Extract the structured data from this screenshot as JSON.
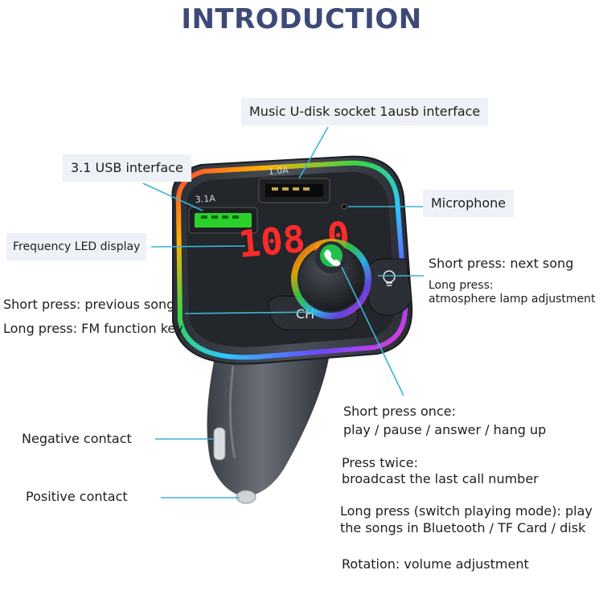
{
  "title": "INTRODUCTION",
  "labels": {
    "usb_socket": "Music U-disk socket 1ausb interface",
    "usb31": "3.1 USB interface",
    "microphone": "Microphone",
    "led_display": "Frequency LED display",
    "next_song_short": "Short press: next song",
    "next_song_long_1": "Long press:",
    "next_song_long_2": "atmosphere lamp adjustment",
    "prev_song_short": "Short press: previous song",
    "prev_song_long": "Long press: FM function key",
    "press_once_1": "Short press once:",
    "press_once_2": "play / pause / answer / hang up",
    "negative": "Negative contact",
    "press_twice_1": "Press twice:",
    "press_twice_2": "broadcast the last call number",
    "positive": "Positive contact",
    "long_press_1": "Long press (switch playing mode): play",
    "long_press_2": "the songs in Bluetooth / TF Card / disk",
    "rotation": "Rotation: volume adjustment"
  },
  "device": {
    "display_value": "108.0",
    "port1_label": "3.1A",
    "port2_label": "1.0A",
    "ch_button": "CH"
  },
  "colors": {
    "title": "#3d4a78",
    "leader_line": "#3fb4d4",
    "led_red": "#ff2a2a",
    "usb_green": "#2bd12b"
  }
}
